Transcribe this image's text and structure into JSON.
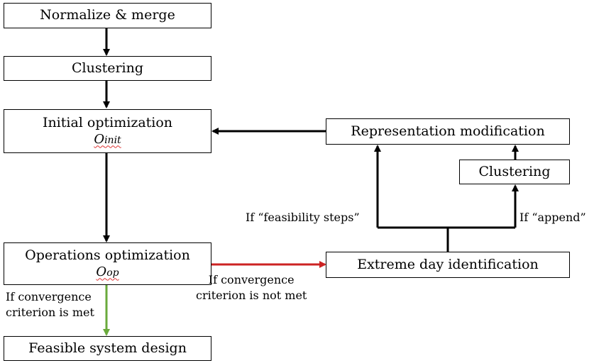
{
  "nodes": {
    "normalize": {
      "label": "Normalize & merge"
    },
    "clustering1": {
      "label": "Clustering"
    },
    "initial": {
      "label": "Initial optimization",
      "symbol_main": "O",
      "symbol_sub": "init"
    },
    "operations": {
      "label": "Operations optimization",
      "symbol_main": "O",
      "symbol_sub": "op"
    },
    "feasible": {
      "label": "Feasible system design"
    },
    "extreme": {
      "label": "Extreme day identification"
    },
    "clustering2": {
      "label": "Clustering"
    },
    "representation": {
      "label": "Representation modification"
    }
  },
  "edge_labels": {
    "converged": [
      "If convergence",
      "criterion is met"
    ],
    "not_converged": [
      "If convergence",
      "criterion is not met"
    ],
    "feasibility_steps": "If “feasibility steps”",
    "append": "If “append”"
  },
  "colors": {
    "default_arrow": "#000000",
    "converged_arrow": "#6aaa3c",
    "not_converged_arrow": "#cc2222"
  }
}
